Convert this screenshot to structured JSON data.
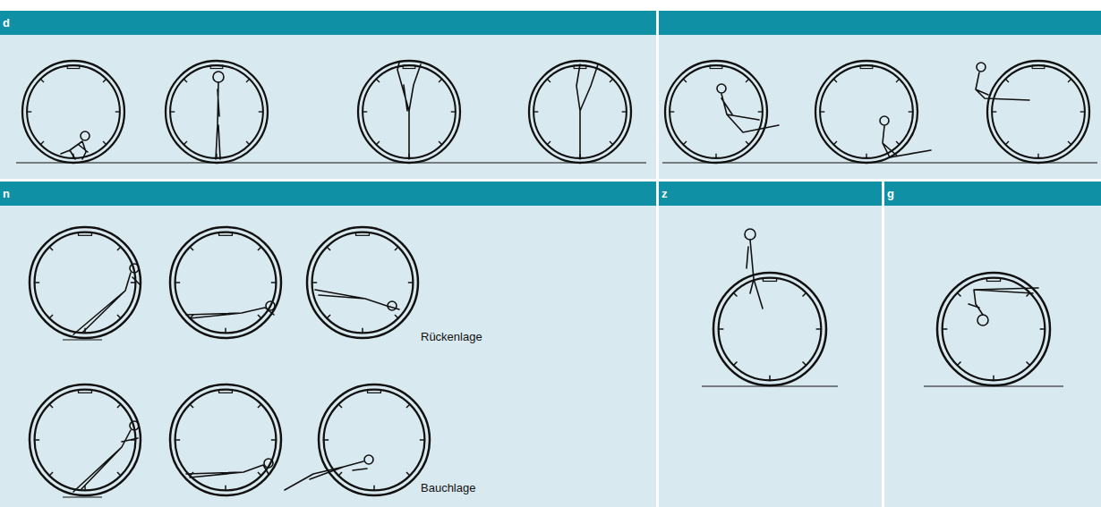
{
  "diagram": {
    "nodes": [
      {
        "text": [
          "d"
        ]
      },
      {
        "text": [
          "n",
          "Rückenlage",
          "Bauchlage"
        ]
      },
      {
        "text": [
          "z"
        ]
      },
      {
        "text": [
          "g"
        ]
      }
    ]
  }
}
